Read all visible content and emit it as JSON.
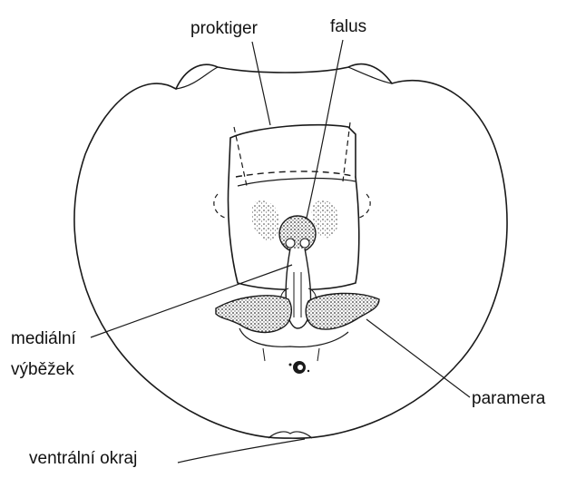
{
  "diagram": {
    "labels": {
      "proktiger": "proktiger",
      "falus": "falus",
      "medialni_line1": "mediální",
      "medialni_line2": "výběžek",
      "paramera": "paramera",
      "ventralni": "ventrální okraj"
    },
    "colors": {
      "ink": "#1a1a1a",
      "stipple": "#555555",
      "background": "#ffffff"
    }
  }
}
